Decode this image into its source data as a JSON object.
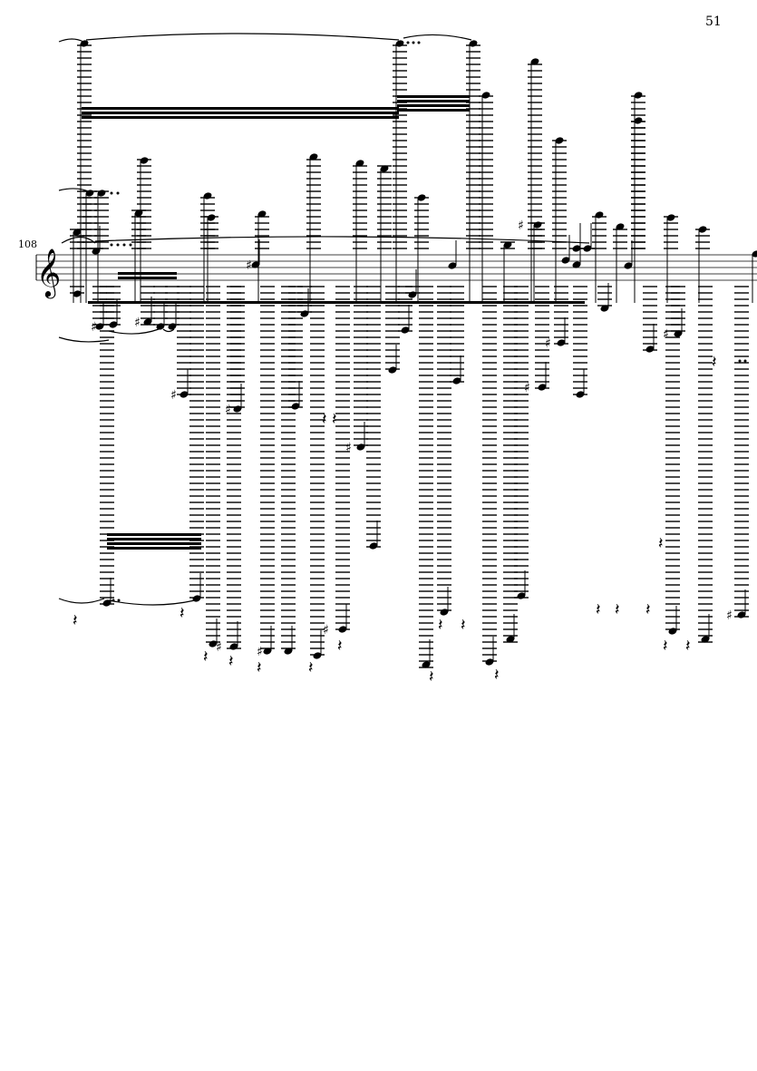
{
  "page": {
    "number": "51"
  },
  "system": {
    "measure_number": "108",
    "clef": "treble-clef"
  },
  "colors": {
    "ink": "#000000",
    "paper": "#ffffff"
  }
}
